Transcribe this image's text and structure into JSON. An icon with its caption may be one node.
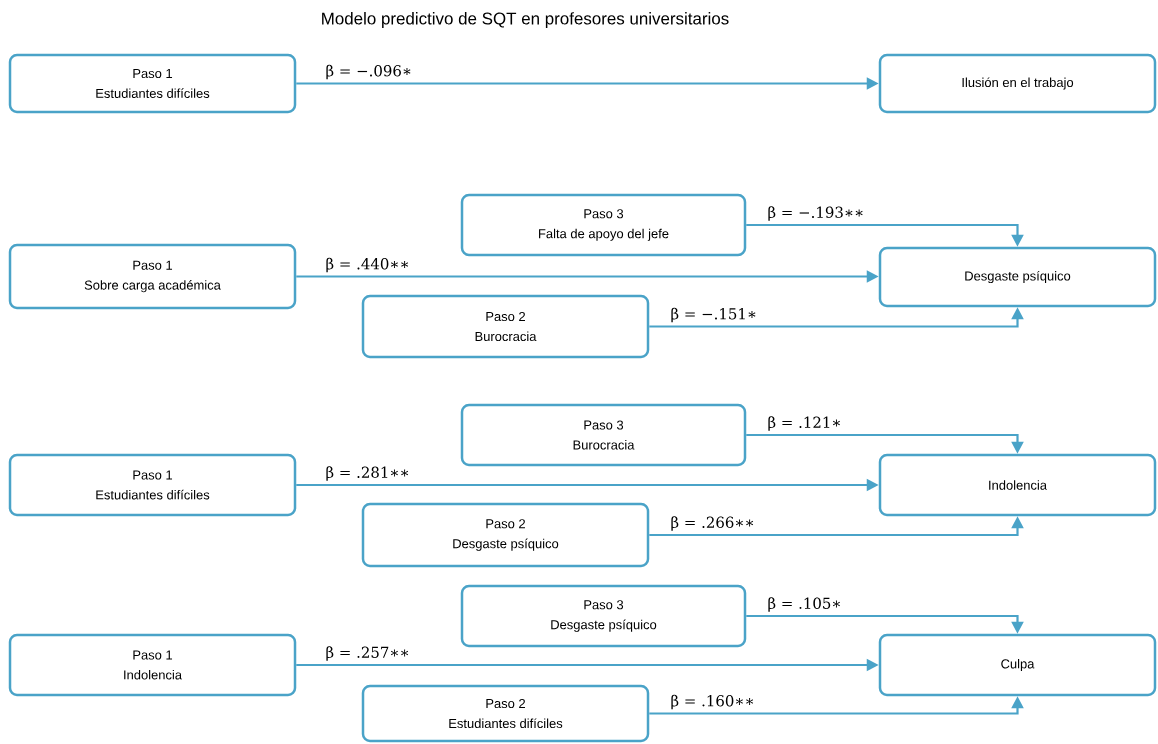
{
  "diagram": {
    "title": "Modelo predictivo de SQT en profesores universitarios",
    "nodes": [
      {
        "text": [
          "Paso 1",
          "Estudiantes difíciles"
        ]
      },
      {
        "text": [
          "Ilusión en el trabajo"
        ]
      },
      {
        "text": [
          "Paso 3",
          "Falta de apoyo del jefe"
        ]
      },
      {
        "text": [
          "Paso 1",
          "Sobre carga académica"
        ]
      },
      {
        "text": [
          "Desgaste psíquico"
        ]
      },
      {
        "text": [
          "Paso 2",
          "Burocracia"
        ]
      },
      {
        "text": [
          "Paso 3",
          "Burocracia"
        ]
      },
      {
        "text": [
          "Paso 1",
          "Estudiantes difíciles"
        ]
      },
      {
        "text": [
          "Indolencia"
        ]
      },
      {
        "text": [
          "Paso 2",
          "Desgaste psíquico"
        ]
      },
      {
        "text": [
          "Paso 3",
          "Desgaste psíquico"
        ]
      },
      {
        "text": [
          "Paso 1",
          "Indolencia"
        ]
      },
      {
        "text": [
          "Culpa"
        ]
      },
      {
        "text": [
          "Paso 2",
          "Estudiantes difíciles"
        ]
      }
    ],
    "edges": [
      {
        "from": 0,
        "to": 1,
        "arrow": "to",
        "label": "β = −.096∗"
      },
      {
        "from": 2,
        "to": 4,
        "arrow": "to",
        "label": "β = −.193∗∗"
      },
      {
        "from": 3,
        "to": 4,
        "arrow": "to",
        "label": "β = .440∗∗"
      },
      {
        "from": 5,
        "to": 4,
        "arrow": "to",
        "label": "β = −.151∗"
      },
      {
        "from": 6,
        "to": 8,
        "arrow": "to",
        "label": "β = .121∗"
      },
      {
        "from": 7,
        "to": 8,
        "arrow": "to",
        "label": "β = .281∗∗"
      },
      {
        "from": 9,
        "to": 8,
        "arrow": "to",
        "label": "β = .266∗∗"
      },
      {
        "from": 10,
        "to": 12,
        "arrow": "to",
        "label": "β = .105∗"
      },
      {
        "from": 11,
        "to": 12,
        "arrow": "to",
        "label": "β = .257∗∗"
      },
      {
        "from": 13,
        "to": 12,
        "arrow": "to",
        "label": "β = .160∗∗"
      }
    ]
  }
}
